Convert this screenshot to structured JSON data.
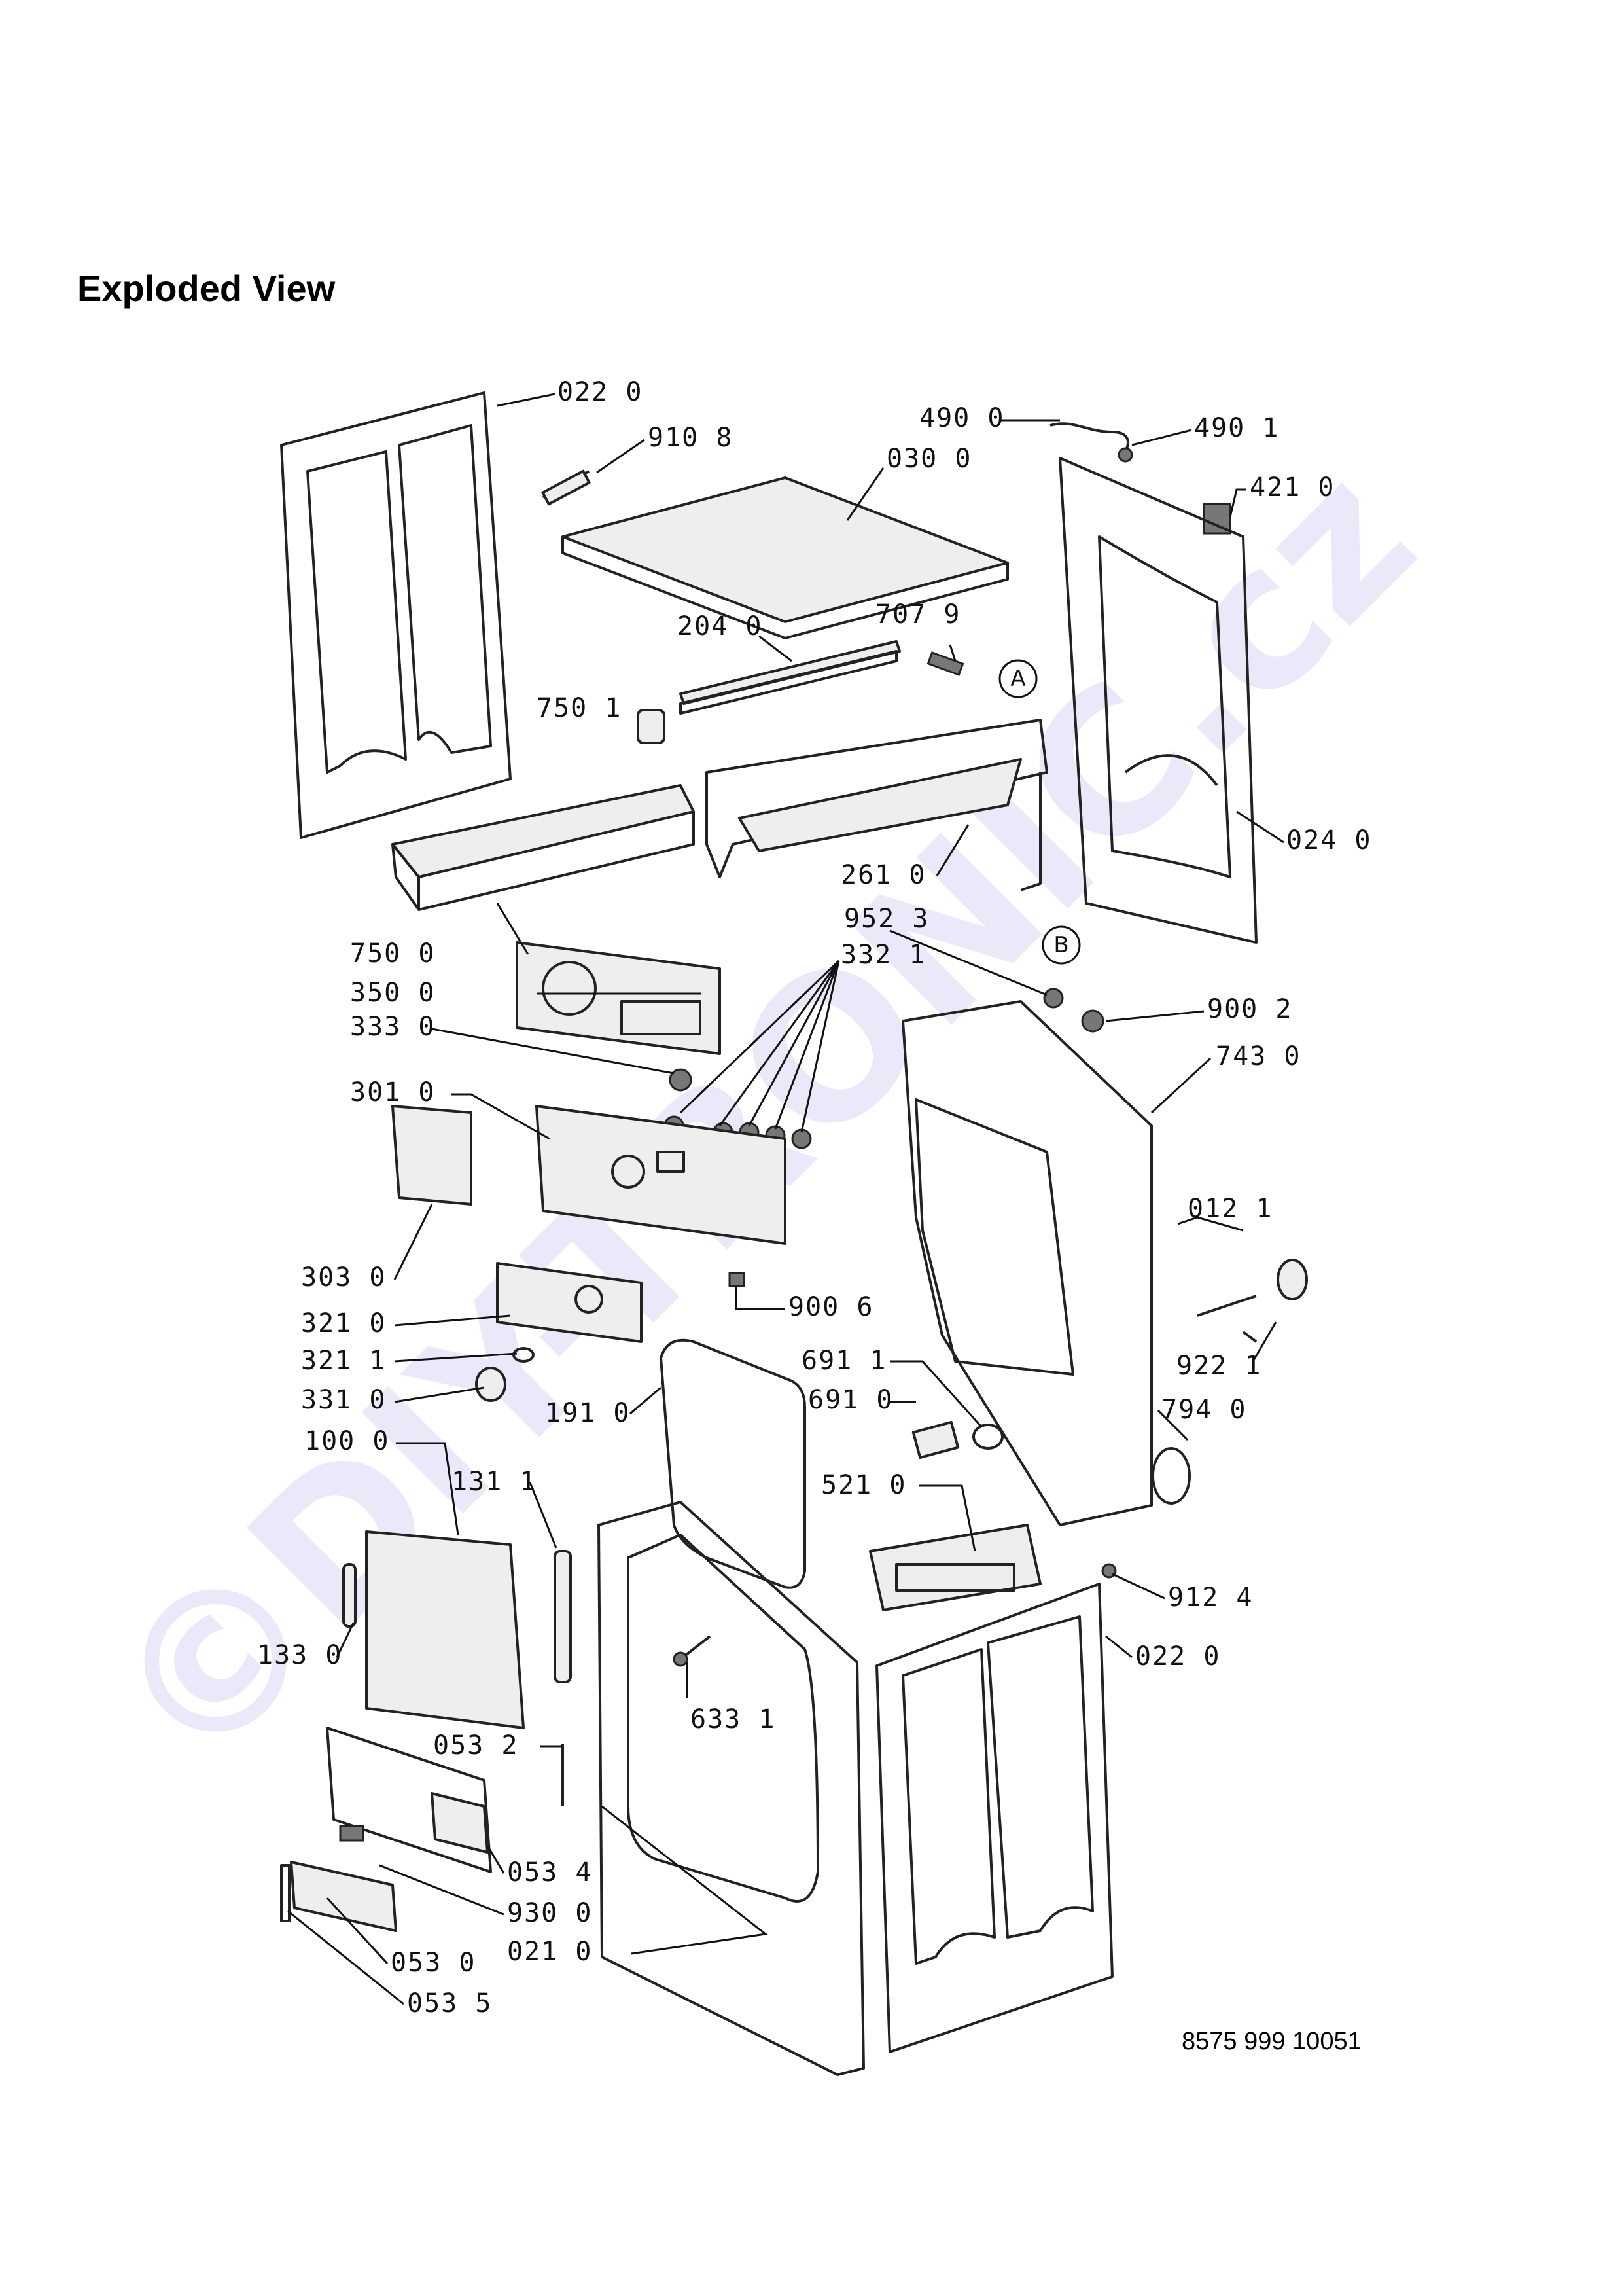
{
  "title": "Exploded View",
  "doc_number": "8575 999 10051",
  "watermark": "©DIY-TRONIC.cz",
  "circle_refs": [
    "A",
    "B"
  ],
  "part_labels": [
    "022 0",
    "910 8",
    "490 0",
    "490 1",
    "030 0",
    "421 0",
    "204 0",
    "707 9",
    "750 1",
    "024 0",
    "261 0",
    "952 3",
    "750 0",
    "332 1",
    "350 0",
    "900 2",
    "333 0",
    "743 0",
    "301 0",
    "012 1",
    "303 0",
    "900 6",
    "321 0",
    "321 1",
    "922 1",
    "691 1",
    "331 0",
    "191 0",
    "691 0",
    "794 0",
    "100 0",
    "131 1",
    "521 0",
    "912 4",
    "133 0",
    "022 0",
    "633 1",
    "053 2",
    "053 4",
    "930 0",
    "021 0",
    "053 0",
    "053 5"
  ]
}
